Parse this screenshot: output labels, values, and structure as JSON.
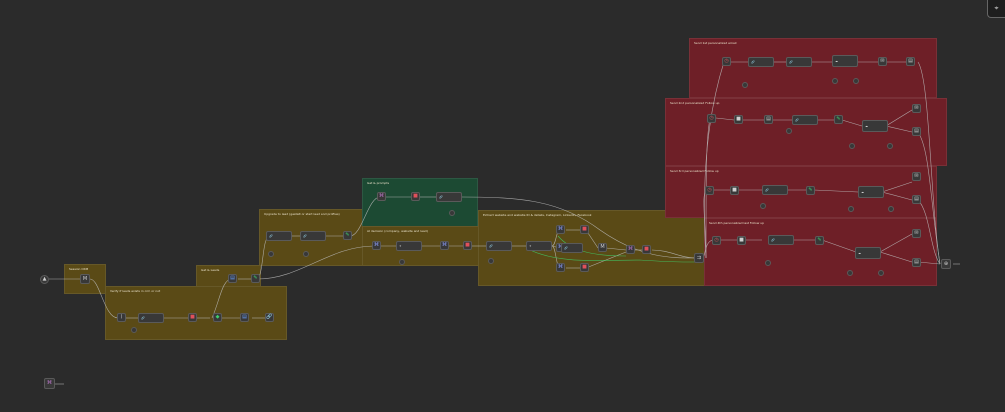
{
  "canvas": {
    "background": "#2b2b2b",
    "group_colors": {
      "yellow": "#5a4a16",
      "green": "#1c4a33",
      "red": "#6e1f27"
    }
  },
  "groups": [
    {
      "name": "Session CRM",
      "color": "yellow"
    },
    {
      "name": "Verify if leads exists in crm or not",
      "color": "yellow"
    },
    {
      "name": "Get & Leads",
      "color": "yellow"
    },
    {
      "name": "Upgrade to lead (gestalt or start lead and profiles)",
      "color": "yellow"
    },
    {
      "name": "Get & prompts",
      "color": "green"
    },
    {
      "name": "AI decision (company, website and lead)",
      "color": "yellow"
    },
    {
      "name": "Extract website and website ID & details, Instagram, LinkedIn, Facebook",
      "color": "yellow"
    },
    {
      "name": "Send 1st personalized email",
      "color": "red"
    },
    {
      "name": "Send 2nd personalized Follow up",
      "color": "red"
    },
    {
      "name": "Send 3rd personalized Follow up",
      "color": "red"
    },
    {
      "name": "Send 4th personalized last Follow up",
      "color": "red"
    }
  ],
  "icons": {
    "trigger": "trigger-icon",
    "merge": "merge-icon",
    "if": "if-icon",
    "http": "http-icon",
    "set": "set-icon",
    "ai": "ai-icon",
    "wait": "wait-icon",
    "gmail": "gmail-icon",
    "sheets": "sheets-icon",
    "code": "code-icon",
    "openai": "openai-icon"
  },
  "corner": {
    "label": "⌖"
  }
}
